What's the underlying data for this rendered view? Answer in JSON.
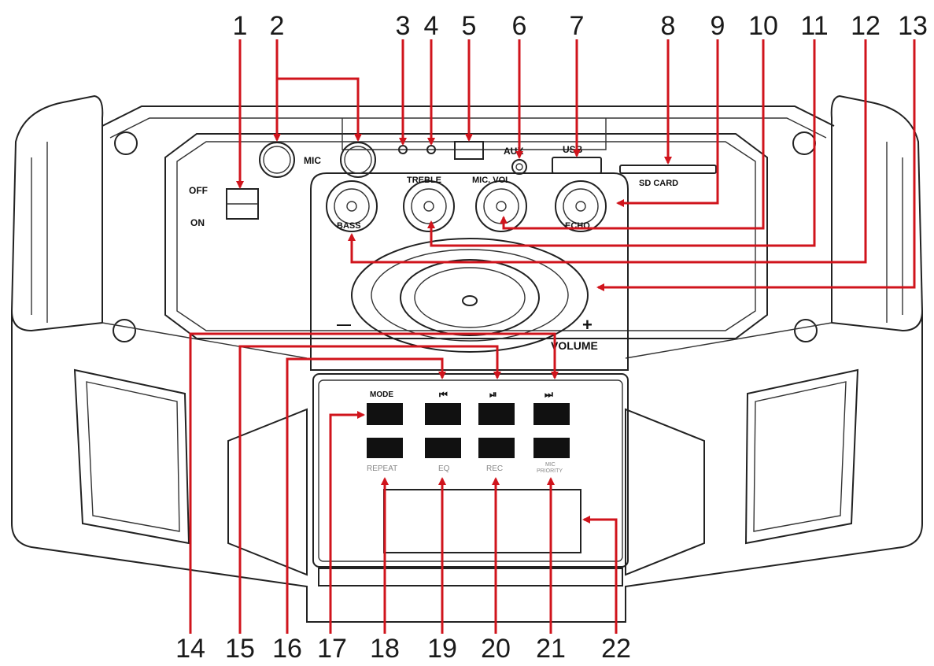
{
  "callouts": [
    "1",
    "2",
    "3",
    "4",
    "5",
    "6",
    "7",
    "8",
    "9",
    "10",
    "11",
    "12",
    "13",
    "14",
    "15",
    "16",
    "17",
    "18",
    "19",
    "20",
    "21",
    "22"
  ],
  "panel_labels": {
    "off": "OFF",
    "on": "ON",
    "mic": "MIC",
    "aux": "AUX",
    "usb": "USB",
    "sd_card": "SD CARD",
    "treble": "TREBLE",
    "mic_vol": "MIC. VOL",
    "bass": "BASS",
    "echo": "ECHO",
    "volume": "VOLUME",
    "minus": "—",
    "plus": "+",
    "mode": "MODE",
    "prev_symbol": "⏮",
    "play_symbol": "⏯",
    "next_symbol": "⏭",
    "repeat": "REPEAT",
    "eq": "EQ",
    "rec": "REC",
    "mic_priority_line1": "MIC",
    "mic_priority_line2": "PRIORITY"
  },
  "colors": {
    "arrow": "#d0141c",
    "outline": "#222222",
    "button": "#111111"
  }
}
